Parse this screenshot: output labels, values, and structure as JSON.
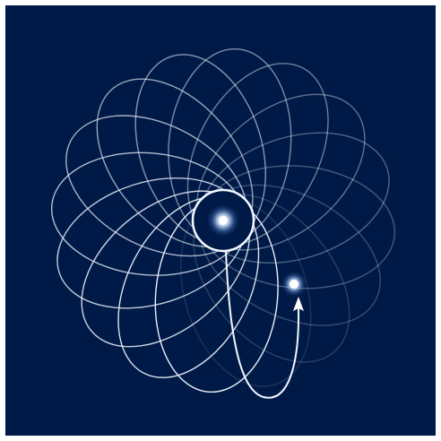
{
  "figure": {
    "background": "#001a47",
    "curve_color": "#e9f0fb",
    "glow_color": "#9fc6ff",
    "core_color": "#ffffff"
  },
  "precession": {
    "loop_count": 16,
    "direction": "counterclockwise"
  },
  "central_body": {
    "icon": "glowing-star"
  },
  "orbiting_body": {
    "icon": "glowing-star"
  },
  "motion_arrow": {
    "icon": "arrow-up"
  }
}
